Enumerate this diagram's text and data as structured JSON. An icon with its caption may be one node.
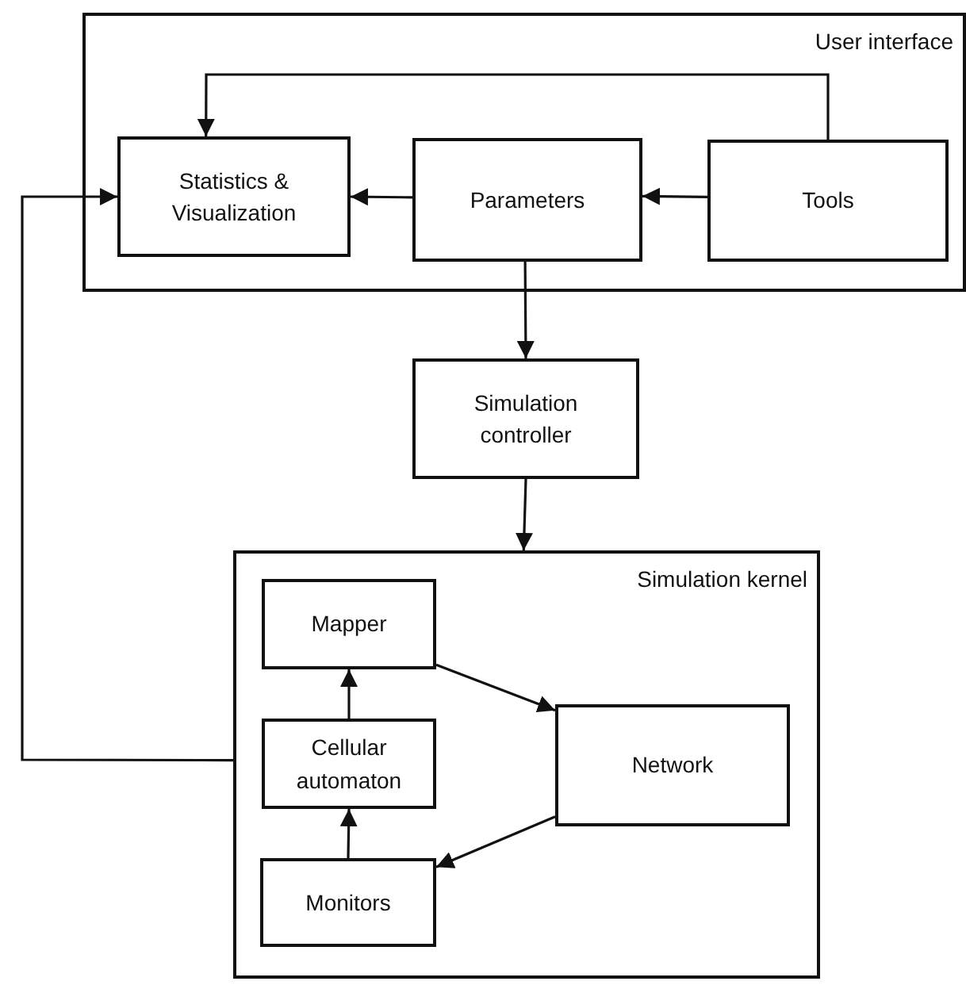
{
  "diagram": {
    "nodes": [
      {
        "text": [
          "User interface"
        ]
      },
      {
        "text": [
          "Statistics & Visualization"
        ],
        "in": 0
      },
      {
        "text": [
          "Parameters"
        ],
        "in": 0
      },
      {
        "text": [
          "Tools"
        ],
        "in": 0
      },
      {
        "text": [
          "Simulation controller"
        ]
      },
      {
        "text": [
          "Simulation kernel"
        ]
      },
      {
        "text": [
          "Mapper"
        ],
        "in": 5
      },
      {
        "text": [
          "Cellular automaton"
        ],
        "in": 5
      },
      {
        "text": [
          "Network"
        ],
        "in": 5
      },
      {
        "text": [
          "Monitors"
        ],
        "in": 5
      }
    ],
    "edges": [
      {
        "from": 3,
        "to": 1,
        "arrow": "to"
      },
      {
        "from": 3,
        "to": 2,
        "arrow": "to"
      },
      {
        "from": 2,
        "to": 1,
        "arrow": "to"
      },
      {
        "from": 2,
        "to": 4,
        "arrow": "to"
      },
      {
        "from": 4,
        "to": 5,
        "arrow": "to"
      },
      {
        "from": 5,
        "to": 1,
        "arrow": "to"
      },
      {
        "from": 6,
        "to": 8,
        "arrow": "to"
      },
      {
        "from": 8,
        "to": 9,
        "arrow": "to"
      },
      {
        "from": 9,
        "to": 7,
        "arrow": "to"
      },
      {
        "from": 7,
        "to": 6,
        "arrow": "to"
      }
    ]
  }
}
